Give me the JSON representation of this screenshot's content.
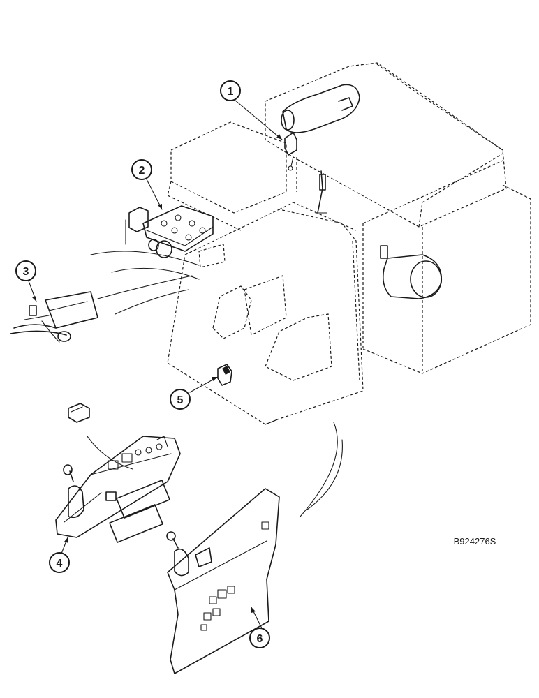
{
  "callouts": [
    {
      "id": "1",
      "label": "1"
    },
    {
      "id": "2",
      "label": "2"
    },
    {
      "id": "3",
      "label": "3"
    },
    {
      "id": "4",
      "label": "4"
    },
    {
      "id": "5",
      "label": "5"
    },
    {
      "id": "6",
      "label": "6"
    }
  ],
  "drawing_code": "B924276S",
  "colors": {
    "ink": "#1a1a1a",
    "paper": "#ffffff"
  }
}
